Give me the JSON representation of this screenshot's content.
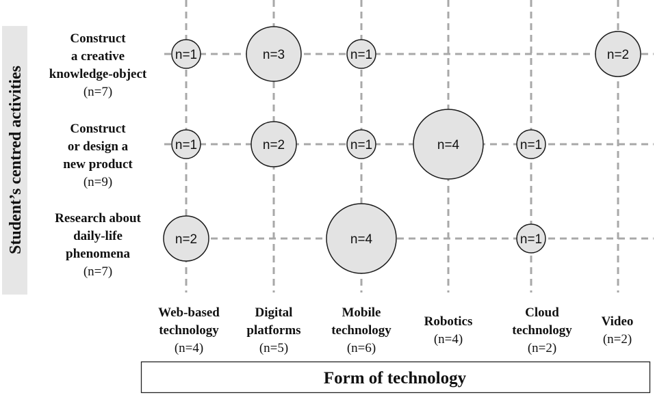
{
  "chart_data": {
    "type": "scatter",
    "xlabel": "Form of technology",
    "ylabel": "Student’s centred activities",
    "columns": [
      {
        "lines": [
          "Web-based",
          "technology"
        ],
        "count": "(n=4)"
      },
      {
        "lines": [
          "Digital",
          "platforms"
        ],
        "count": "(n=5)"
      },
      {
        "lines": [
          "Mobile",
          "technology"
        ],
        "count": "(n=6)"
      },
      {
        "lines": [
          "Robotics"
        ],
        "count": "(n=4)"
      },
      {
        "lines": [
          "Cloud",
          "technology"
        ],
        "count": "(n=2)"
      },
      {
        "lines": [
          "Video"
        ],
        "count": "(n=2)"
      }
    ],
    "rows": [
      {
        "lines": [
          "Construct",
          "a creative",
          "knowledge-object"
        ],
        "count": "(n=7)"
      },
      {
        "lines": [
          "Construct",
          "or design a",
          "new product"
        ],
        "count": "(n=9)"
      },
      {
        "lines": [
          "Research about",
          "daily-life",
          "phenomena"
        ],
        "count": "(n=7)"
      }
    ],
    "bubbles": [
      {
        "row": 0,
        "col": 0,
        "value": 1,
        "label": "n=1"
      },
      {
        "row": 0,
        "col": 1,
        "value": 3,
        "label": "n=3"
      },
      {
        "row": 0,
        "col": 2,
        "value": 1,
        "label": "n=1"
      },
      {
        "row": 0,
        "col": 5,
        "value": 2,
        "label": "n=2"
      },
      {
        "row": 1,
        "col": 0,
        "value": 1,
        "label": "n=1"
      },
      {
        "row": 1,
        "col": 1,
        "value": 2,
        "label": "n=2"
      },
      {
        "row": 1,
        "col": 2,
        "value": 1,
        "label": "n=1"
      },
      {
        "row": 1,
        "col": 3,
        "value": 4,
        "label": "n=4"
      },
      {
        "row": 1,
        "col": 4,
        "value": 1,
        "label": "n=1"
      },
      {
        "row": 2,
        "col": 0,
        "value": 2,
        "label": "n=2"
      },
      {
        "row": 2,
        "col": 2,
        "value": 4,
        "label": "n=4"
      },
      {
        "row": 2,
        "col": 4,
        "value": 1,
        "label": "n=1"
      }
    ],
    "grid": true,
    "colors": {
      "bubble_fill": "#e3e3e3",
      "bubble_stroke": "#1a1a1a",
      "grid": "#a8a8a8",
      "ylabel_panel": "#e6e6e6"
    }
  }
}
